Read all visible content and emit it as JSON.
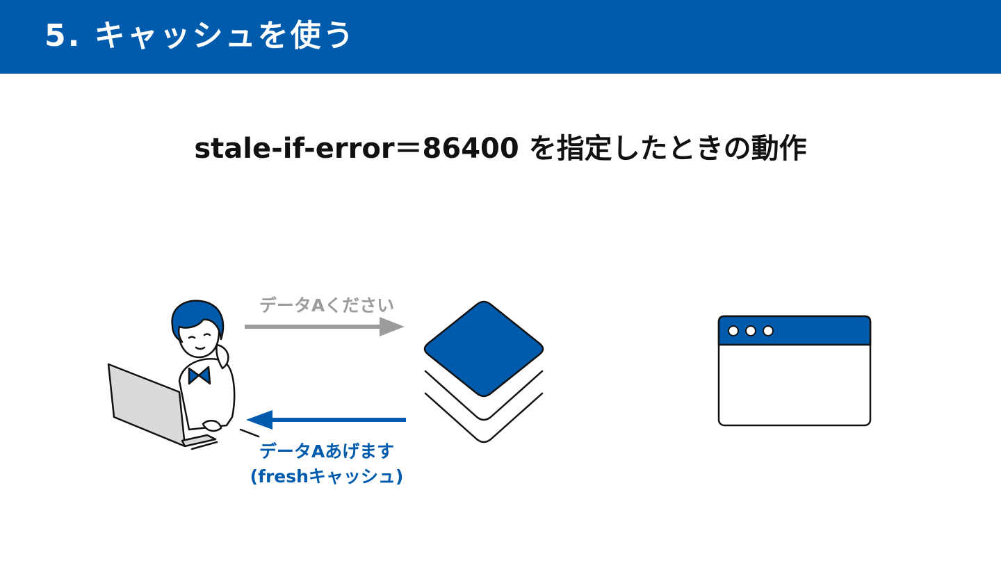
{
  "header": {
    "title": "5. キャッシュを使う"
  },
  "slide": {
    "heading": "stale-if-error＝86400 を指定したときの動作"
  },
  "diagram": {
    "request_label": "データAください",
    "response_label_line1": "データAあげます",
    "response_label_line2": "(freshキャッシュ)"
  },
  "colors": {
    "brand": "#005bac",
    "request_arrow": "#9c9c9c",
    "laptop": "#d9dad9"
  },
  "icons": [
    "person-with-laptop-icon",
    "cache-stack-icon",
    "browser-window-icon"
  ]
}
